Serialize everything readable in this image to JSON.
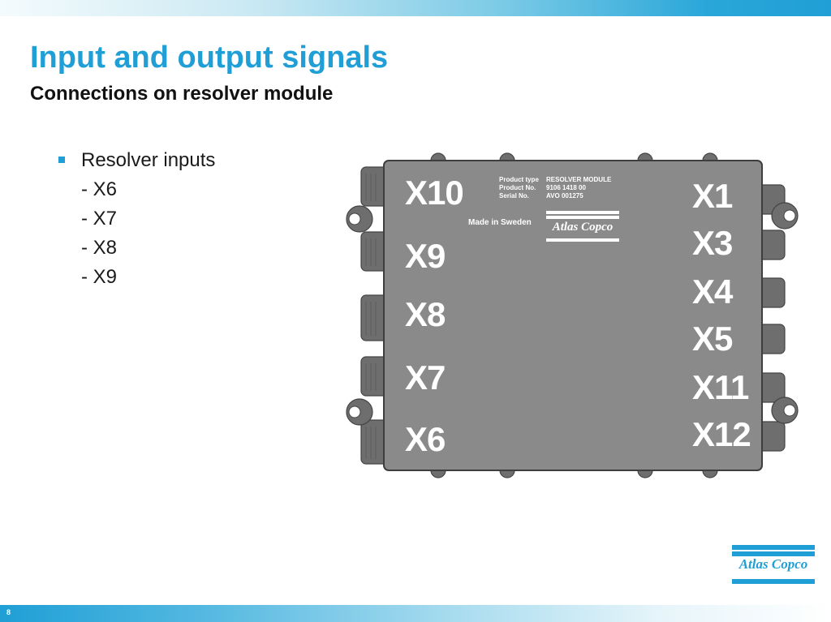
{
  "slide": {
    "title": "Input and output signals",
    "subtitle": "Connections on resolver module",
    "page_number": "8"
  },
  "bullets": {
    "main": "Resolver inputs",
    "sub": [
      "- X6",
      "- X7",
      "- X8",
      "- X9"
    ]
  },
  "module": {
    "left_ports": [
      "X10",
      "X9",
      "X8",
      "X7",
      "X6"
    ],
    "right_ports": [
      "X1",
      "X3",
      "X4",
      "X5",
      "X11",
      "X12"
    ],
    "label": {
      "product_type_key": "Product type",
      "product_type_val": "RESOLVER MODULE",
      "product_no_key": "Product No.",
      "product_no_val": "9106 1418 00",
      "serial_no_key": "Serial No.",
      "serial_no_val": "AVO 001275"
    },
    "made_in": "Made in Sweden",
    "logo_text": "Atlas Copco"
  },
  "brand": {
    "logo_text": "Atlas Copco"
  },
  "colors": {
    "accent": "#1f9fd6",
    "module_body": "#8a8a8a",
    "connector": "#6e6e6e"
  }
}
